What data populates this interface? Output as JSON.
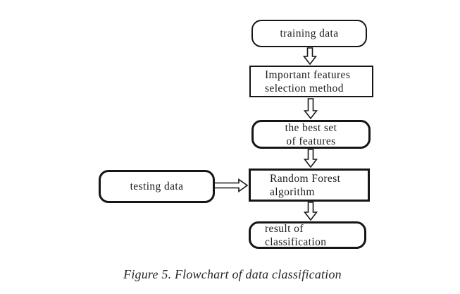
{
  "figure": {
    "caption": "Figure 5. Flowchart of data classification"
  },
  "flowchart": {
    "nodes": {
      "training": {
        "label": "training data",
        "shape": "rounded"
      },
      "selection": {
        "line1": "Important features",
        "line2": "selection method",
        "shape": "rectangle"
      },
      "best_features": {
        "line1": "the best set",
        "line2": "of features",
        "shape": "rounded"
      },
      "random_forest": {
        "line1": "Random Forest",
        "line2": "algorithm",
        "shape": "rectangle"
      },
      "testing": {
        "label": "testing data",
        "shape": "rounded"
      },
      "result": {
        "line1": "result of",
        "line2": "classification",
        "shape": "rounded"
      }
    },
    "edges": [
      {
        "from": "training",
        "to": "selection",
        "direction": "down"
      },
      {
        "from": "selection",
        "to": "best_features",
        "direction": "down"
      },
      {
        "from": "best_features",
        "to": "random_forest",
        "direction": "down"
      },
      {
        "from": "testing",
        "to": "random_forest",
        "direction": "right"
      },
      {
        "from": "random_forest",
        "to": "result",
        "direction": "down"
      }
    ]
  },
  "colors": {
    "stroke": "#161616",
    "node_fill": "#ffffff",
    "text": "#1c1c1c",
    "background": "#ffffff"
  }
}
